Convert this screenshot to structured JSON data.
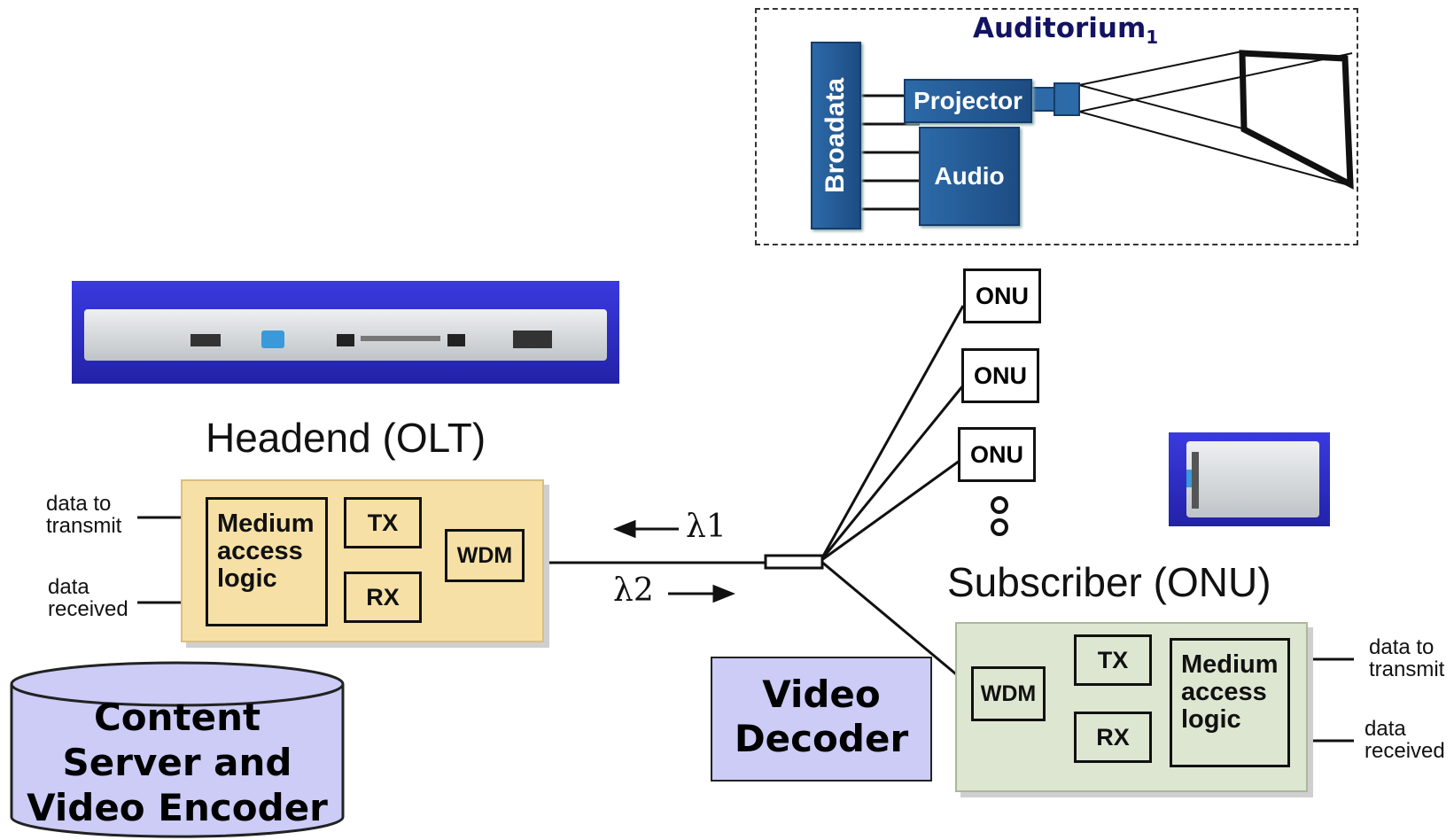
{
  "auditorium": {
    "title": "Auditorium",
    "title_subscript": "1",
    "broadata": "Broadata",
    "projector": "Projector",
    "audio": "Audio"
  },
  "headend": {
    "title": "Headend (OLT)",
    "medium_access_logic": "Medium\naccess\nlogic",
    "tx": "TX",
    "rx": "RX",
    "wdm": "WDM",
    "data_to_transmit": "data to\ntransmit",
    "data_received": "data\nreceived"
  },
  "wavelengths": {
    "lambda1": "λ1",
    "lambda2": "λ2"
  },
  "onus": [
    "ONU",
    "ONU",
    "ONU"
  ],
  "subscriber": {
    "title": "Subscriber (ONU)",
    "wdm": "WDM",
    "tx": "TX",
    "rx": "RX",
    "medium_access_logic": "Medium\naccess\nlogic",
    "data_to_transmit": "data to\ntransmit",
    "data_received": "data\nreceived"
  },
  "video_decoder": "Video\nDecoder",
  "content_server": "Content\nServer and\nVideo Encoder",
  "colors": {
    "headend_fill": "#f7e0a6",
    "subscriber_fill": "#dde6d1",
    "lavender": "#ccccf7",
    "auditorium_blue": "#1d4c83",
    "auditorium_title": "#131363",
    "device_bg": "#2a2ac0"
  }
}
